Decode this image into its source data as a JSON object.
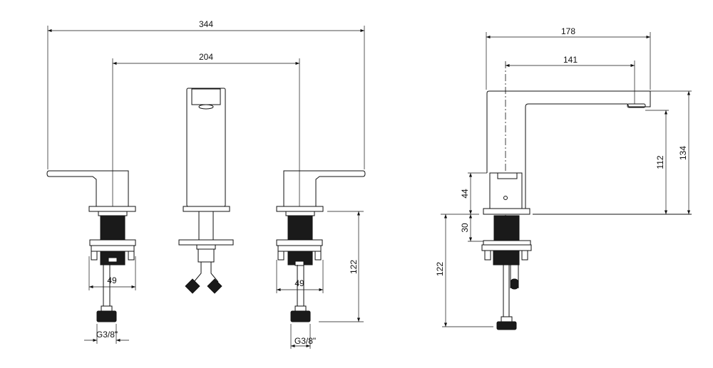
{
  "front_view": {
    "overall_width": "344",
    "handle_spacing": "204",
    "left_base_width": "49",
    "right_base_width": "49",
    "left_connection": "G3/8\"",
    "right_connection": "G3/8\"",
    "below_deck_height": "122"
  },
  "side_view": {
    "spout_reach": "178",
    "spout_to_center": "141",
    "spout_height_total": "134",
    "spout_outlet_height": "112",
    "handle_height": "44",
    "deck_thickness": "30",
    "below_deck_height": "122"
  },
  "colors": {
    "line": "#111111",
    "background": "#ffffff"
  }
}
